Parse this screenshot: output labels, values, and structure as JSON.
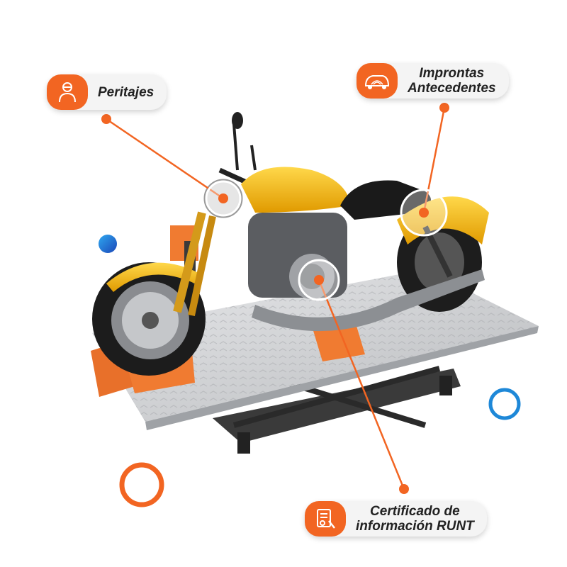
{
  "callouts": {
    "peritajes": {
      "label": "Peritajes",
      "icon": "inspector-icon"
    },
    "improntas": {
      "label_line1": "Improntas",
      "label_line2": "Antecedentes",
      "icon": "fingerprint-car-icon"
    },
    "certificado": {
      "label_line1": "Certificado de",
      "label_line2": "información RUNT",
      "icon": "certificate-document-icon"
    }
  },
  "colors": {
    "accent": "#f26522",
    "bike_yellow": "#f5b800",
    "blue": "#1e88d8",
    "platform": "#c9cbce"
  }
}
